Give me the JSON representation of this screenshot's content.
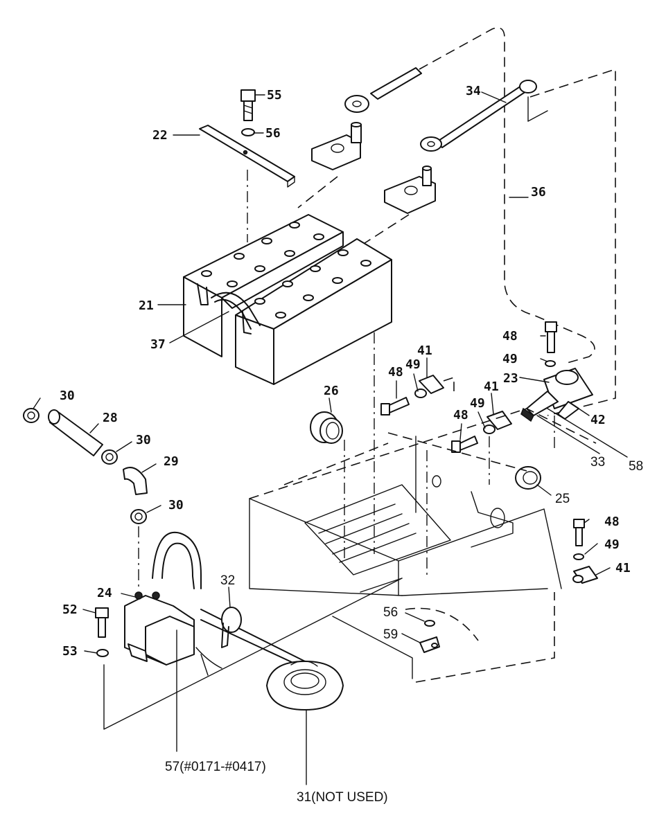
{
  "diagram": {
    "callouts": [
      {
        "id": "55",
        "text": "55"
      },
      {
        "id": "56a",
        "text": "56"
      },
      {
        "id": "22",
        "text": "22"
      },
      {
        "id": "34",
        "text": "34"
      },
      {
        "id": "36",
        "text": "36"
      },
      {
        "id": "21",
        "text": "21"
      },
      {
        "id": "37",
        "text": "37"
      },
      {
        "id": "48a",
        "text": "48"
      },
      {
        "id": "49a",
        "text": "49"
      },
      {
        "id": "23",
        "text": "23"
      },
      {
        "id": "41a",
        "text": "41"
      },
      {
        "id": "49b",
        "text": "49"
      },
      {
        "id": "48b",
        "text": "48"
      },
      {
        "id": "41b",
        "text": "41"
      },
      {
        "id": "49c",
        "text": "49"
      },
      {
        "id": "48c",
        "text": "48"
      },
      {
        "id": "42",
        "text": "42"
      },
      {
        "id": "33",
        "text": "33"
      },
      {
        "id": "58",
        "text": "58"
      },
      {
        "id": "26",
        "text": "26"
      },
      {
        "id": "30a",
        "text": "30"
      },
      {
        "id": "28",
        "text": "28"
      },
      {
        "id": "30b",
        "text": "30"
      },
      {
        "id": "29",
        "text": "29"
      },
      {
        "id": "30c",
        "text": "30"
      },
      {
        "id": "25",
        "text": "25"
      },
      {
        "id": "48d",
        "text": "48"
      },
      {
        "id": "49d",
        "text": "49"
      },
      {
        "id": "41c",
        "text": "41"
      },
      {
        "id": "32",
        "text": "32"
      },
      {
        "id": "24",
        "text": "24"
      },
      {
        "id": "52",
        "text": "52"
      },
      {
        "id": "53",
        "text": "53"
      },
      {
        "id": "56b",
        "text": "56"
      },
      {
        "id": "59",
        "text": "59"
      },
      {
        "id": "57",
        "text": "57(#0171-#0417)"
      },
      {
        "id": "31",
        "text": "31(NOT USED)"
      }
    ]
  }
}
